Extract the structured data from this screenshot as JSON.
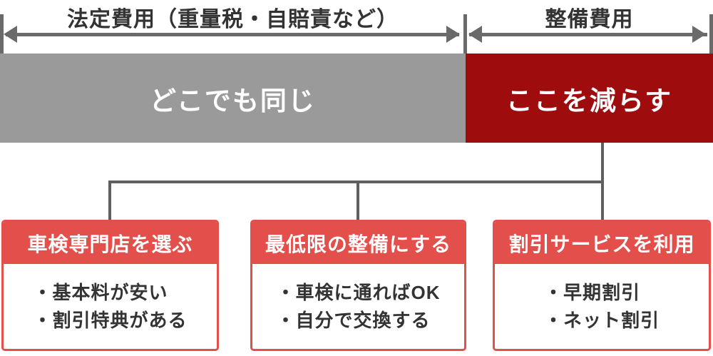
{
  "top_spans": {
    "left_label": "法定費用（重量税・自賠責など）",
    "right_label": "整備費用"
  },
  "bar": {
    "left_text": "どこでも同じ",
    "right_text": "ここを減らす"
  },
  "boxes": [
    {
      "title": "車検専門店を選ぶ",
      "items": [
        "・基本料が安い",
        "・割引特典がある"
      ]
    },
    {
      "title": "最低限の整備にする",
      "items": [
        "・車検に通ればOK",
        "・自分で交換する"
      ]
    },
    {
      "title": "割引サービスを利用",
      "items": [
        "・早期割引",
        "・ネット割引"
      ]
    }
  ],
  "colors": {
    "gray_segment": "#9a9a9a",
    "dark_red_segment": "#9e0c0e",
    "box_accent_red": "#e34f4a",
    "line_gray": "#5f5f5f",
    "arrow_gray": "#6a6a6a",
    "text_dark": "#333333",
    "text_white": "#ffffff"
  }
}
